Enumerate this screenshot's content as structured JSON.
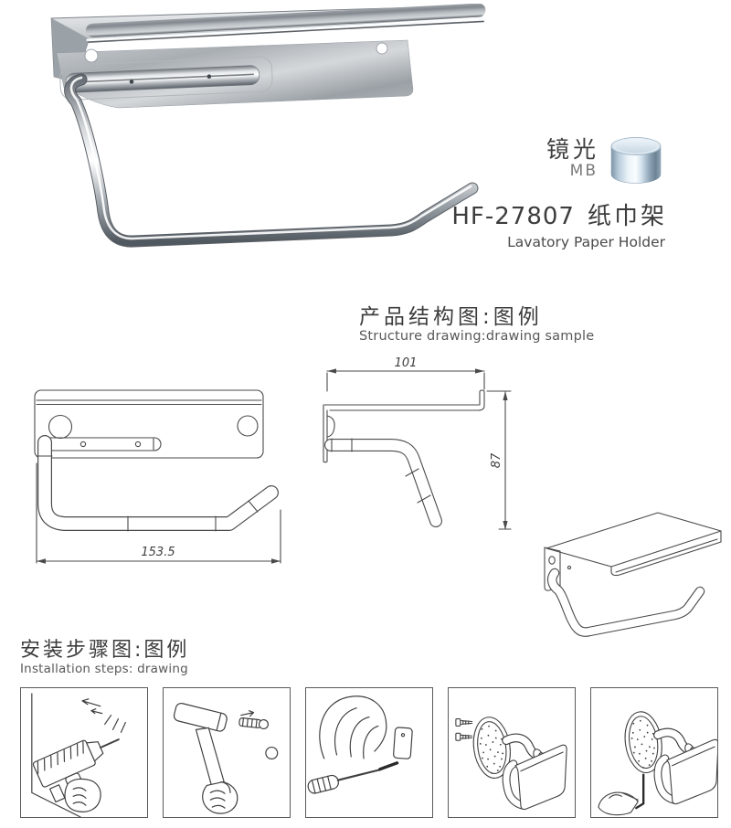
{
  "product": {
    "finish_label_cn": "镜光",
    "finish_code": "MB",
    "model": "HF-27807",
    "name_cn": "纸巾架",
    "name_en": "Lavatory Paper Holder"
  },
  "structure": {
    "title_cn": "产品结构图:图例",
    "title_en": "Structure drawing:drawing sample",
    "dim_top_width": "101",
    "dim_side_height": "87",
    "dim_front_width": "153.5"
  },
  "installation": {
    "title_cn": "安装步骤图:图例",
    "title_en": "Installation steps: drawing",
    "steps": [
      {
        "icon": "drill-icon"
      },
      {
        "icon": "hammer-anchor-icon"
      },
      {
        "icon": "screwdriver-icon"
      },
      {
        "icon": "mount-holder-icon"
      },
      {
        "icon": "hex-key-icon"
      }
    ]
  },
  "colors": {
    "line": "#4a4a4a",
    "text_dark": "#3a3a3a",
    "text_gray": "#585858",
    "chrome_light": "#f2f5f7",
    "chrome_mid": "#b9bfc5",
    "chrome_dark": "#5a6168",
    "knob_blue_light": "#ecf4fa",
    "knob_blue_mid": "#9fb5c6"
  }
}
